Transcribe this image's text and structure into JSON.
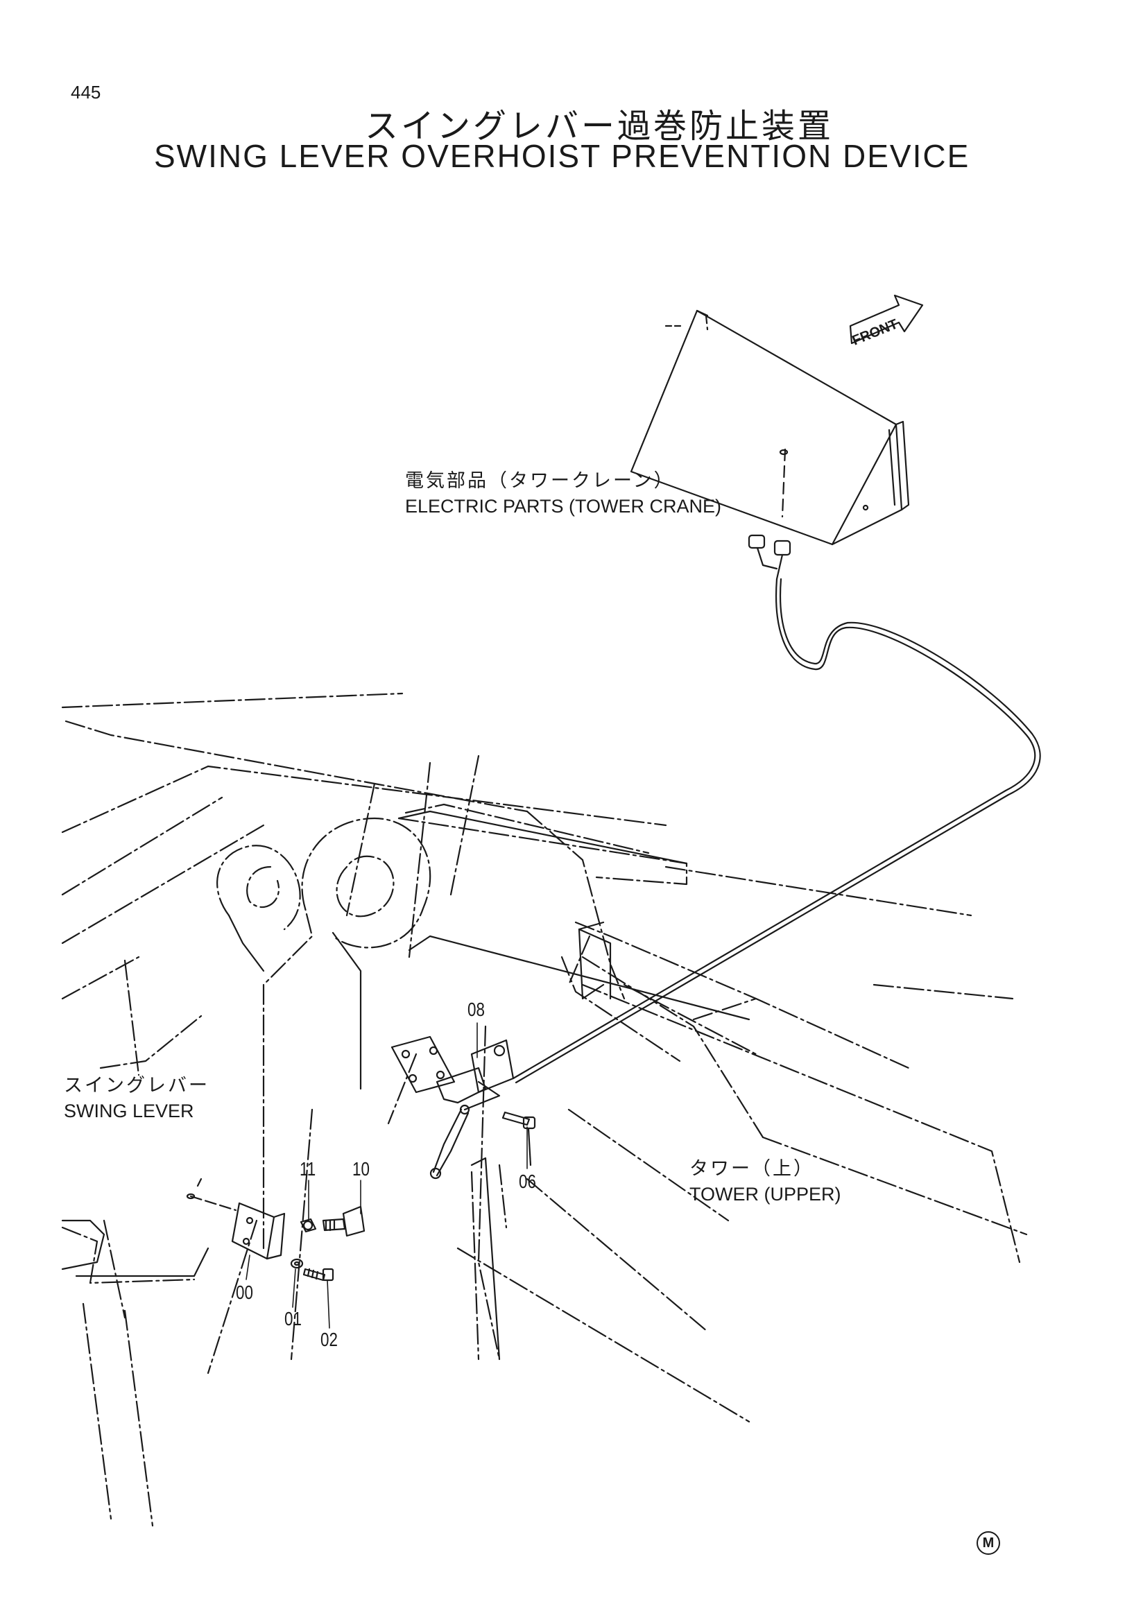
{
  "page_number": "445",
  "title": {
    "jp": "スイングレバー過巻防止装置",
    "en": "SWING LEVER OVERHOIST PREVENTION DEVICE"
  },
  "labels": {
    "electric_parts": {
      "jp": "電気部品（タワークレーン）",
      "en": "ELECTRIC PARTS (TOWER CRANE)"
    },
    "swing_lever": {
      "jp": "スイングレバー",
      "en": "SWING LEVER"
    },
    "tower_upper": {
      "jp": "タワー（上）",
      "en": "TOWER (UPPER)"
    },
    "front_arrow": "FRONT"
  },
  "part_numbers": [
    "00",
    "01",
    "02",
    "06",
    "08",
    "10",
    "11"
  ],
  "marker": "M"
}
